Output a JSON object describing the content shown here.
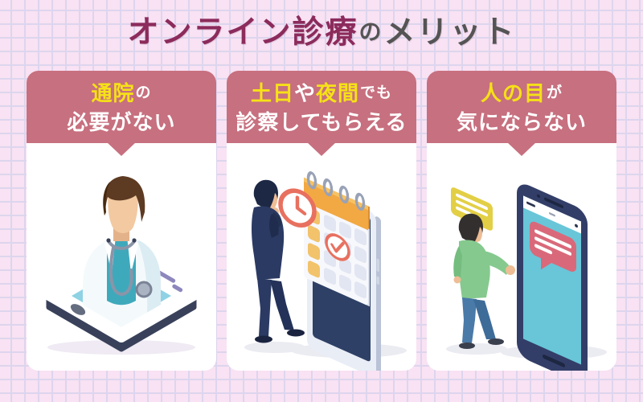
{
  "title": {
    "highlight": "オンライン診療",
    "particle": "の",
    "suffix": "メリット"
  },
  "colors": {
    "background": "#f8e2f3",
    "grid_line": "#ddd5ee",
    "banner": "#c7707f",
    "highlight_yellow": "#f6e117",
    "title_highlight": "#8c2b5c",
    "title_gray": "#545454",
    "card_background": "#ffffff",
    "phone_navy": "#333e68",
    "screen_blue": "#8ed2e4",
    "screen_teal": "#68c6d8",
    "calendar_orange": "#f2a943",
    "accent_coral": "#e8705f",
    "bubble_red": "#d9697a",
    "bubble_yellow": "#e3cf45"
  },
  "cards": [
    {
      "heading": {
        "h1": "通院",
        "p1": "の",
        "line2": "必要がない"
      },
      "illustration": "doctor-in-smartphone-illustration"
    },
    {
      "heading": {
        "h1": "土日",
        "p1": "や",
        "h2": "夜間",
        "p2": "でも",
        "line2": "診察してもらえる"
      },
      "illustration": "appointment-calendar-smartphone-illustration"
    },
    {
      "heading": {
        "h1": "人の目",
        "p1": "が",
        "line2": "気にならない"
      },
      "illustration": "anonymous-chat-smartphone-illustration"
    }
  ]
}
